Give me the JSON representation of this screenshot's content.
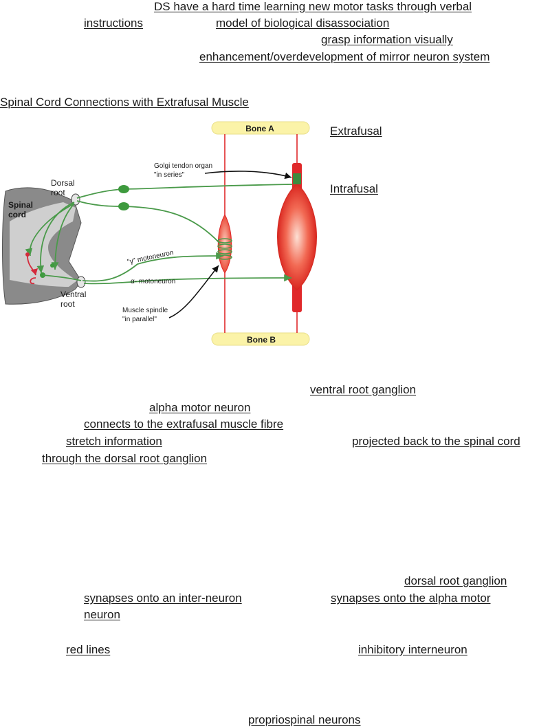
{
  "notes": {
    "top_1": "DS have a hard time learning new motor tasks through verbal",
    "top_2a": "instructions",
    "top_2b": "model of biological disassociation",
    "top_3": "grasp information visually",
    "top_4": "enhancement/overdevelopment of mirror neuron system",
    "heading": "Spinal Cord Connections with Extrafusal Muscle",
    "extrafusal": "Extrafusal",
    "intrafusal": "Intrafusal",
    "m_1": "ventral root ganglion",
    "m_2": "alpha motor neuron",
    "m_3": "connects to the extrafusal muscle fibre",
    "m_4a": "stretch information",
    "m_4b": "projected back to the spinal cord",
    "m_5": "through the dorsal root ganglion",
    "l_1": "dorsal root ganglion",
    "l_2a": "synapses onto an inter-neuron",
    "l_2b": "synapses onto the alpha motor",
    "l_3": "neuron",
    "l_4a": "red lines",
    "l_4b": "inhibitory interneuron",
    "l_5": "propriospinal neurons"
  },
  "diagram": {
    "bone_a": "Bone A",
    "bone_b": "Bone B",
    "spinal": "Spinal",
    "cord": "cord",
    "dorsal": "Dorsal",
    "dorsal_root": "root",
    "ventral": "Ventral",
    "ventral_root": "root",
    "golgi_1": "Golgi tendon organ",
    "golgi_2": "\"in series\"",
    "spindle_1": "Muscle spindle",
    "spindle_2": "\"in parallel\"",
    "gamma": "\"γ\" motoneuron",
    "alpha": "α- motoneuron"
  },
  "colors": {
    "bone": "#fbf3a8",
    "muscle_red": "#e8302a",
    "nerve_green": "#4a9a4a",
    "cord_gray": "#8a8a8a",
    "cord_light": "#cccccc"
  }
}
